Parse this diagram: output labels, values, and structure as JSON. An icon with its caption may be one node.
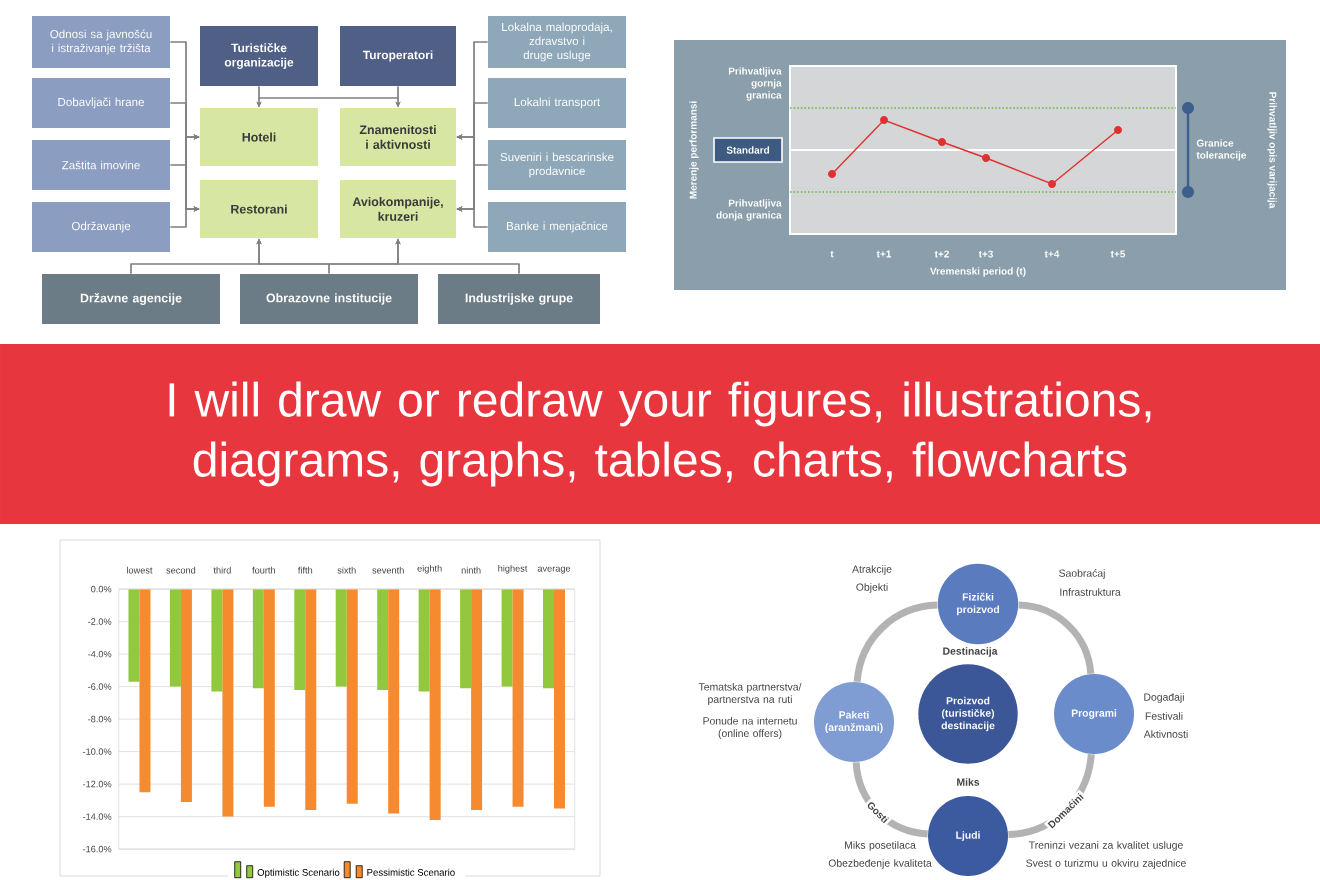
{
  "diagram": {
    "title": "I will draw or redraw your figures, illustrations, diagrams, graphs, tables, charts, flowcharts",
    "nodes": [
      {
        "text": [
          "Odnosi sa javnošću i istraživanje tržišta"
        ]
      },
      {
        "text": [
          "Dobavljači hrane"
        ]
      },
      {
        "text": [
          "Zaštita imovine"
        ]
      },
      {
        "text": [
          "Održavanje"
        ]
      },
      {
        "text": [
          "Turističke organizacije"
        ]
      },
      {
        "text": [
          "Turoperatori"
        ]
      },
      {
        "text": [
          "Hoteli"
        ]
      },
      {
        "text": [
          "Znamenitosti i aktivnosti"
        ]
      },
      {
        "text": [
          "Restorani"
        ]
      },
      {
        "text": [
          "Aviokompanije, kruzeri"
        ]
      },
      {
        "text": [
          "Lokalna maloprodaja, zdravstvo i druge usluge"
        ]
      },
      {
        "text": [
          "Lokalni transport"
        ]
      },
      {
        "text": [
          "Suveniri i bescarinske prodavnice"
        ]
      },
      {
        "text": [
          "Banke i menjačnice"
        ]
      },
      {
        "text": [
          "Državne agencije"
        ]
      },
      {
        "text": [
          "Obrazovne institucije"
        ]
      },
      {
        "text": [
          "Industrijske grupe"
        ]
      },
      {
        "text": [
          "Standard"
        ]
      },
      {
        "text": [
          "Fizički proizvod"
        ],
        "beside": [
          "Atrakcije",
          "Objekti",
          "Saobraćaj",
          "Infrastruktura"
        ]
      },
      {
        "text": [
          "Paketi (aranžmani)"
        ],
        "beside": [
          "Tematska partnerstva/ partnerstva na ruti",
          "Ponude na internetu (online offers)"
        ]
      },
      {
        "text": [
          "Proizvod (turističke) destinacije"
        ]
      },
      {
        "text": [
          "Programi"
        ],
        "beside": [
          "Događaji",
          "Festivali",
          "Aktivnosti"
        ]
      },
      {
        "text": [
          "Ljudi"
        ],
        "beside": [
          "Miks posetilaca",
          "Obezbeđenje kvaliteta",
          "Treninzi vezani za kvalitet usluge",
          "Svest o turizmu u okviru zajednice"
        ]
      }
    ],
    "edges": [
      {
        "from": 0,
        "to": 6,
        "arrow": "to"
      },
      {
        "from": 0,
        "to": 8,
        "arrow": "to"
      },
      {
        "from": 1,
        "to": 6,
        "arrow": "to"
      },
      {
        "from": 1,
        "to": 8,
        "arrow": "to"
      },
      {
        "from": 2,
        "to": 6,
        "arrow": "to"
      },
      {
        "from": 2,
        "to": 8,
        "arrow": "to"
      },
      {
        "from": 3,
        "to": 6,
        "arrow": "to"
      },
      {
        "from": 3,
        "to": 8,
        "arrow": "to"
      },
      {
        "from": 4,
        "to": 6,
        "arrow": "to"
      },
      {
        "from": 4,
        "to": 7,
        "arrow": "to"
      },
      {
        "from": 5,
        "to": 6,
        "arrow": "to"
      },
      {
        "from": 5,
        "to": 7,
        "arrow": "to"
      },
      {
        "from": 10,
        "to": 7,
        "arrow": "to"
      },
      {
        "from": 10,
        "to": 9,
        "arrow": "to"
      },
      {
        "from": 11,
        "to": 7,
        "arrow": "to"
      },
      {
        "from": 11,
        "to": 9,
        "arrow": "to"
      },
      {
        "from": 12,
        "to": 7,
        "arrow": "to"
      },
      {
        "from": 12,
        "to": 9,
        "arrow": "to"
      },
      {
        "from": 13,
        "to": 7,
        "arrow": "to"
      },
      {
        "from": 13,
        "to": 9,
        "arrow": "to"
      },
      {
        "from": 14,
        "to": 8,
        "arrow": "to"
      },
      {
        "from": 14,
        "to": 9,
        "arrow": "to"
      },
      {
        "from": 15,
        "to": 8,
        "arrow": "to"
      },
      {
        "from": 15,
        "to": 9,
        "arrow": "to"
      },
      {
        "from": 16,
        "to": 8,
        "arrow": "to"
      },
      {
        "from": 16,
        "to": 9,
        "arrow": "to"
      },
      {
        "from": 18,
        "to": 21,
        "arrow": "none",
        "style": "thick",
        "color": "#b3b3b3"
      },
      {
        "from": 21,
        "to": 22,
        "arrow": "none",
        "style": "thick",
        "color": "#b3b3b3",
        "label": "Domaćini"
      },
      {
        "from": 22,
        "to": 19,
        "arrow": "none",
        "style": "thick",
        "color": "#b3b3b3",
        "label": "Gosti"
      },
      {
        "from": 19,
        "to": 18,
        "arrow": "none",
        "style": "thick",
        "color": "#b3b3b3"
      }
    ],
    "labels": [
      "Prihvatljiva gornja granica",
      "Prihvatljiva donja granica",
      "Merenje performansi",
      "Granice tolerancije",
      "Prihvatljiv opis varijacija",
      "t",
      "t+1",
      "t+2",
      "t+3",
      "t+4",
      "t+5",
      "Vremenski period (t)",
      "Destinacija",
      "Miks"
    ],
    "chart_data": {
      "type": "bar",
      "categories": [
        "lowest",
        "second",
        "third",
        "fourth",
        "fifth",
        "sixth",
        "seventh",
        "eighth",
        "ninth",
        "highest",
        "average"
      ],
      "series": [
        {
          "name": "Optimistic Scenario",
          "color": "#92c83e",
          "values": [
            -5.7,
            -6.0,
            -6.3,
            -6.1,
            -6.2,
            -6.0,
            -6.2,
            -6.3,
            -6.1,
            -6.0,
            -6.1
          ]
        },
        {
          "name": "Pessimistic Scenario",
          "color": "#f58a2e",
          "values": [
            -12.5,
            -13.1,
            -14.0,
            -13.4,
            -13.6,
            -13.2,
            -13.8,
            -14.2,
            -13.6,
            -13.4,
            -13.5
          ]
        }
      ],
      "ylim": [
        -16,
        0
      ],
      "grid": true,
      "legend": "bottom",
      "yticks": [
        {
          "value": 0,
          "label": "0.0%"
        },
        {
          "value": -2,
          "label": "-2.0%"
        },
        {
          "value": -4,
          "label": "-4.0%"
        },
        {
          "value": -6,
          "label": "-6.0%"
        },
        {
          "value": -8,
          "label": "-8.0%"
        },
        {
          "value": -10,
          "label": "-10.0%"
        },
        {
          "value": -12,
          "label": "-12.0%"
        },
        {
          "value": -14,
          "label": "-14.0%"
        },
        {
          "value": -16,
          "label": "-16.0%"
        }
      ]
    }
  }
}
